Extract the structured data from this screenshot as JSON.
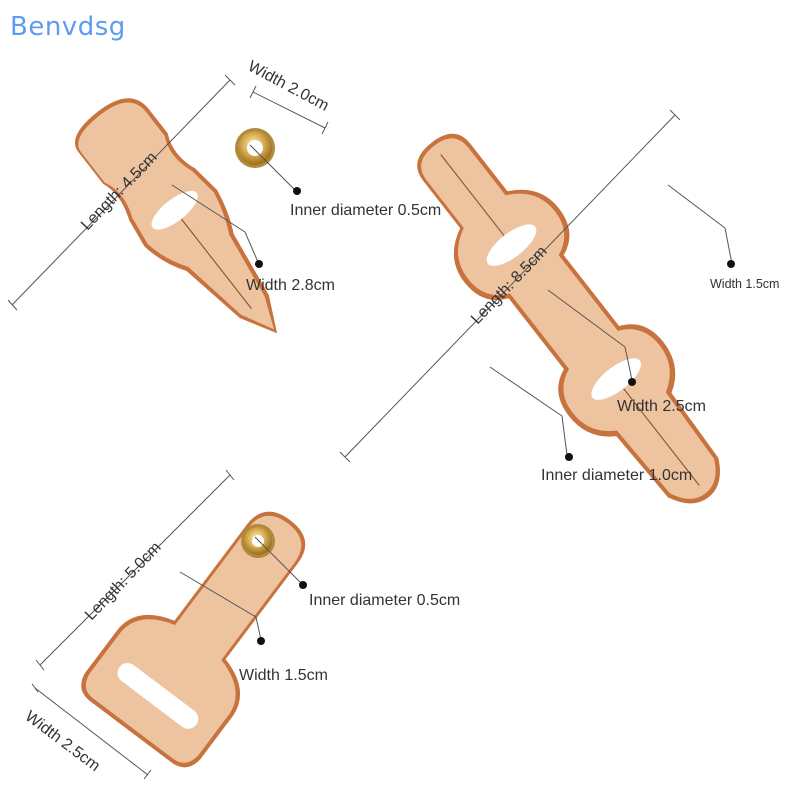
{
  "brand": {
    "name": "Benvdsg",
    "color": "#5d9cf0"
  },
  "colors": {
    "leather": "#eec4a0",
    "leather_edge": "#c8723e",
    "brass": "#d4a94a",
    "dimension_line": "#555555",
    "text": "#333333"
  },
  "products": [
    {
      "id": "small-eyelet-tab",
      "labels": {
        "length": "Length: 4.5cm",
        "width_top": "Width 2.0cm",
        "inner_diameter": "Inner diameter 0.5cm",
        "width_slot": "Width 2.8cm"
      }
    },
    {
      "id": "long-double-slot-tab",
      "labels": {
        "length": "Length: 8.5cm",
        "width_tip": "Width 1.5cm",
        "width_middle": "Width 2.5cm",
        "inner_diameter": "Inner diameter 1.0cm"
      }
    },
    {
      "id": "t-shaped-eyelet-tab",
      "labels": {
        "length": "Length: 5.0cm",
        "inner_diameter": "Inner diameter 0.5cm",
        "width_neck": "Width 1.5cm",
        "width_base": "Width 2.5cm"
      }
    }
  ]
}
